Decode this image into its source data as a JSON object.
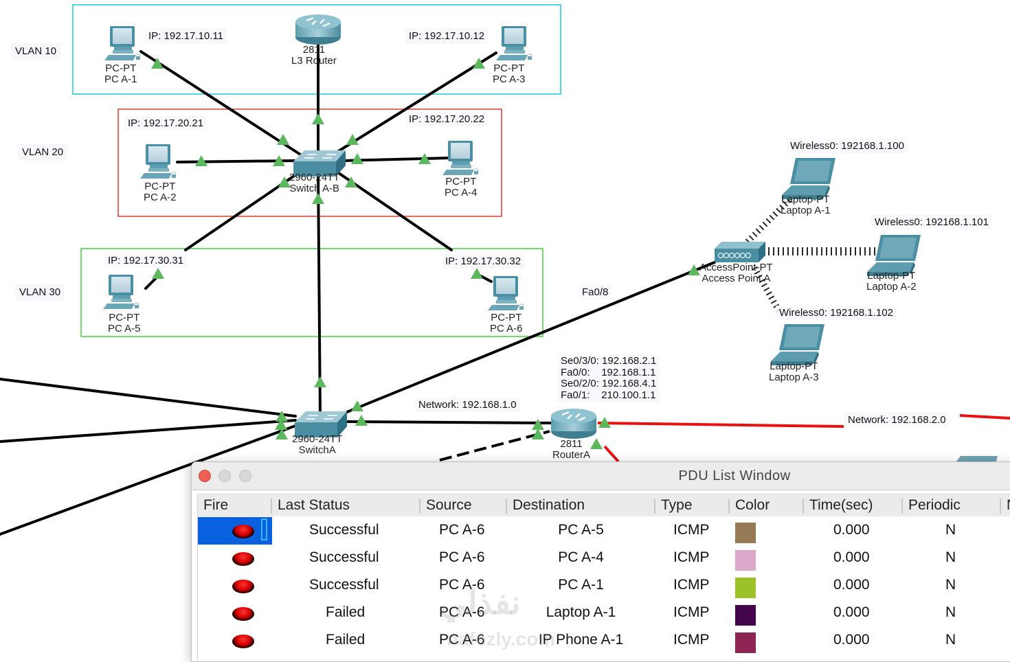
{
  "topology": {
    "vlans": [
      {
        "label": "VLAN 10",
        "color": "#4fd8e0"
      },
      {
        "label": "VLAN 20",
        "color": "#e03a2e"
      },
      {
        "label": "VLAN 30",
        "color": "#3dd63d"
      }
    ],
    "devices": {
      "pc_a1": {
        "model": "PC-PT",
        "name": "PC A-1",
        "ip": "IP: 192.17.10.11"
      },
      "pc_a3": {
        "model": "PC-PT",
        "name": "PC A-3",
        "ip": "IP: 192.17.10.12"
      },
      "l3_router": {
        "model": "2811",
        "name": "L3 Router"
      },
      "pc_a2": {
        "model": "PC-PT",
        "name": "PC A-2",
        "ip": "IP: 192.17.20.21"
      },
      "pc_a4": {
        "model": "PC-PT",
        "name": "PC A-4",
        "ip": "IP: 192.17.20.22"
      },
      "switch_ab": {
        "model": "2960-24TT",
        "name": "Switch A-B"
      },
      "pc_a5": {
        "model": "PC-PT",
        "name": "PC A-5",
        "ip": "IP: 192.17.30.31"
      },
      "pc_a6": {
        "model": "PC-PT",
        "name": "PC A-6",
        "ip": "IP: 192.17.30.32"
      },
      "switch_a": {
        "model": "2960-24TT",
        "name": "SwitchA"
      },
      "router_a": {
        "model": "2811",
        "name": "RouterA",
        "interfaces": [
          "Se0/3/0: 192.168.2.1",
          "Fa0/0:    192.168.1.1",
          "Se0/2/0: 192.168.4.1",
          "Fa0/1:    210.100.1.1"
        ]
      },
      "access_point": {
        "model": "AccessPoint-PT",
        "name": "Access Point A"
      },
      "laptop_a1": {
        "model": "Laptop-PT",
        "name": "Laptop A-1",
        "ip": "Wireless0: 192168.1.100"
      },
      "laptop_a2": {
        "model": "Laptop-PT",
        "name": "Laptop A-2",
        "ip": "Wireless0: 192168.1.101"
      },
      "laptop_a3": {
        "model": "Laptop-PT",
        "name": "Laptop A-3",
        "ip": "Wireless0: 192168.1.102"
      }
    },
    "link_labels": {
      "fa08": "Fa0/8",
      "net1": "Network: 192.168.1.0",
      "net2": "Network: 192.168.2.0"
    },
    "colors": {
      "link": "#000000",
      "serial": "#e81010",
      "port_up": "#5cb85c",
      "device": "#4a8fa3"
    }
  },
  "watermark": {
    "arabic": "نفذلي",
    "latin": "nafezly.com"
  },
  "pdu_window": {
    "title": "PDU List Window",
    "columns": [
      "Fire",
      "Last Status",
      "Source",
      "Destination",
      "Type",
      "Color",
      "Time(sec)",
      "Periodic",
      "N"
    ],
    "rows": [
      {
        "status": "Successful",
        "source": "PC A-6",
        "destination": "PC A-5",
        "type": "ICMP",
        "color": "#957a55",
        "time": "0.000",
        "periodic": "N",
        "selected": true
      },
      {
        "status": "Successful",
        "source": "PC A-6",
        "destination": "PC A-4",
        "type": "ICMP",
        "color": "#dca8c9",
        "time": "0.000",
        "periodic": "N",
        "selected": false
      },
      {
        "status": "Successful",
        "source": "PC A-6",
        "destination": "PC A-1",
        "type": "ICMP",
        "color": "#9dc12a",
        "time": "0.000",
        "periodic": "N",
        "selected": false
      },
      {
        "status": "Failed",
        "source": "PC A-6",
        "destination": "Laptop A-1",
        "type": "ICMP",
        "color": "#43064a",
        "time": "0.000",
        "periodic": "N",
        "selected": false
      },
      {
        "status": "Failed",
        "source": "PC A-6",
        "destination": "IP Phone A-1",
        "type": "ICMP",
        "color": "#8e2452",
        "time": "0.000",
        "periodic": "N",
        "selected": false
      }
    ]
  }
}
